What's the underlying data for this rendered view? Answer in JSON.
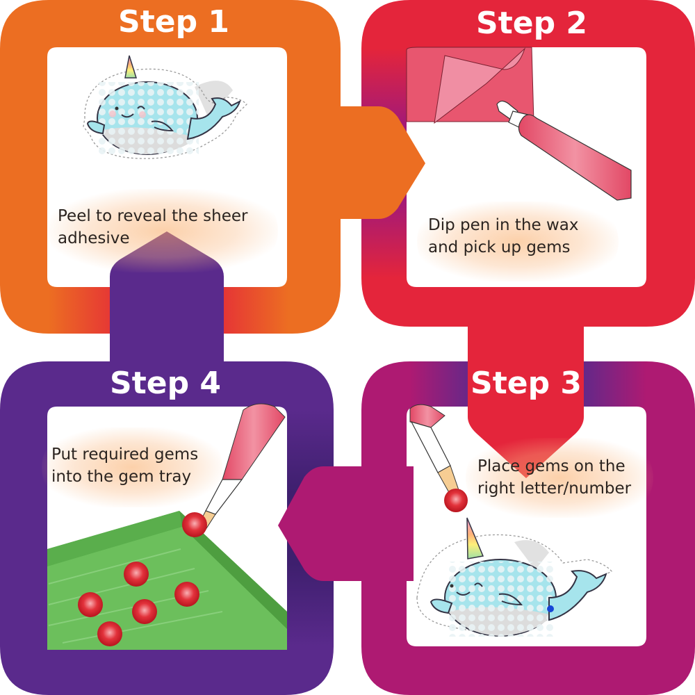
{
  "title": "4-step diamond painting sticker instructions",
  "colors": {
    "step1": "#EC6E22",
    "step2": "#E4253B",
    "step3": "#AE1A72",
    "step4": "#5A2A8C",
    "caption_glow": "#F8B27A",
    "gem": "#D8232E",
    "tray": "#6CBF5C",
    "pen": "#E8556F"
  },
  "steps": [
    {
      "number": 1,
      "title": "Step 1",
      "caption_line1": "Peel to reveal the sheer",
      "caption_line2": "adhesive",
      "illustration": "narwhal-sticker-icon",
      "arrow_direction": "right"
    },
    {
      "number": 2,
      "title": "Step 2",
      "caption_line1": "Dip pen in the wax",
      "caption_line2": "and pick up gems",
      "illustration": "wax-pad-and-pen-icon",
      "arrow_direction": "down"
    },
    {
      "number": 3,
      "title": "Step 3",
      "caption_line1": "Place gems on the",
      "caption_line2": "right letter/number",
      "illustration": "pen-placing-gem-on-narwhal-icon",
      "arrow_direction": "left"
    },
    {
      "number": 4,
      "title": "Step 4",
      "caption_line1": "Put required gems",
      "caption_line2": "into the gem tray",
      "illustration": "gem-tray-with-pen-icon",
      "arrow_direction": "up"
    }
  ]
}
